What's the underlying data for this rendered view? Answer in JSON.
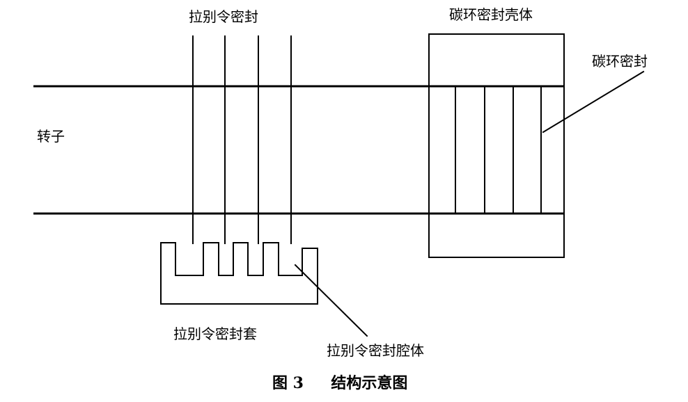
{
  "labels": {
    "labyrinth_seal": "拉别令密封",
    "carbon_seal_housing": "碳环密封壳体",
    "carbon_seal": "碳环密封",
    "rotor": "转子",
    "labyrinth_sleeve": "拉别令密封套",
    "labyrinth_cavity": "拉别令密封腔体"
  },
  "caption": {
    "figure": "图 3",
    "title": "结构示意图"
  }
}
